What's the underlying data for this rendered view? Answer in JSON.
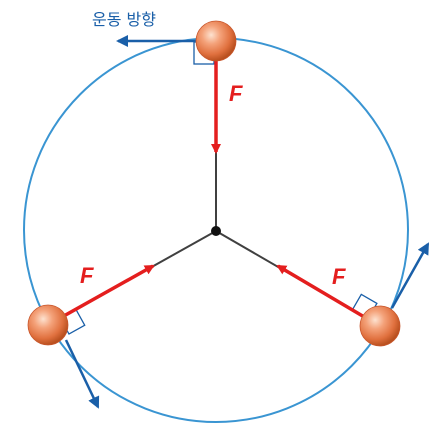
{
  "motion_direction_label": "운동 방향",
  "force_labels": [
    "F",
    "F",
    "F"
  ],
  "colors": {
    "orbit": "#3a95d2",
    "force_arrow": "#e41e1e",
    "velocity_arrow": "#1a5fa8",
    "rod": "#404040",
    "ball_light": "#f8c3a2",
    "ball_mid": "#ef8a5c",
    "ball_dark": "#c8562c",
    "text_blue": "#1a5fa8",
    "text_red": "#e41e1e"
  }
}
